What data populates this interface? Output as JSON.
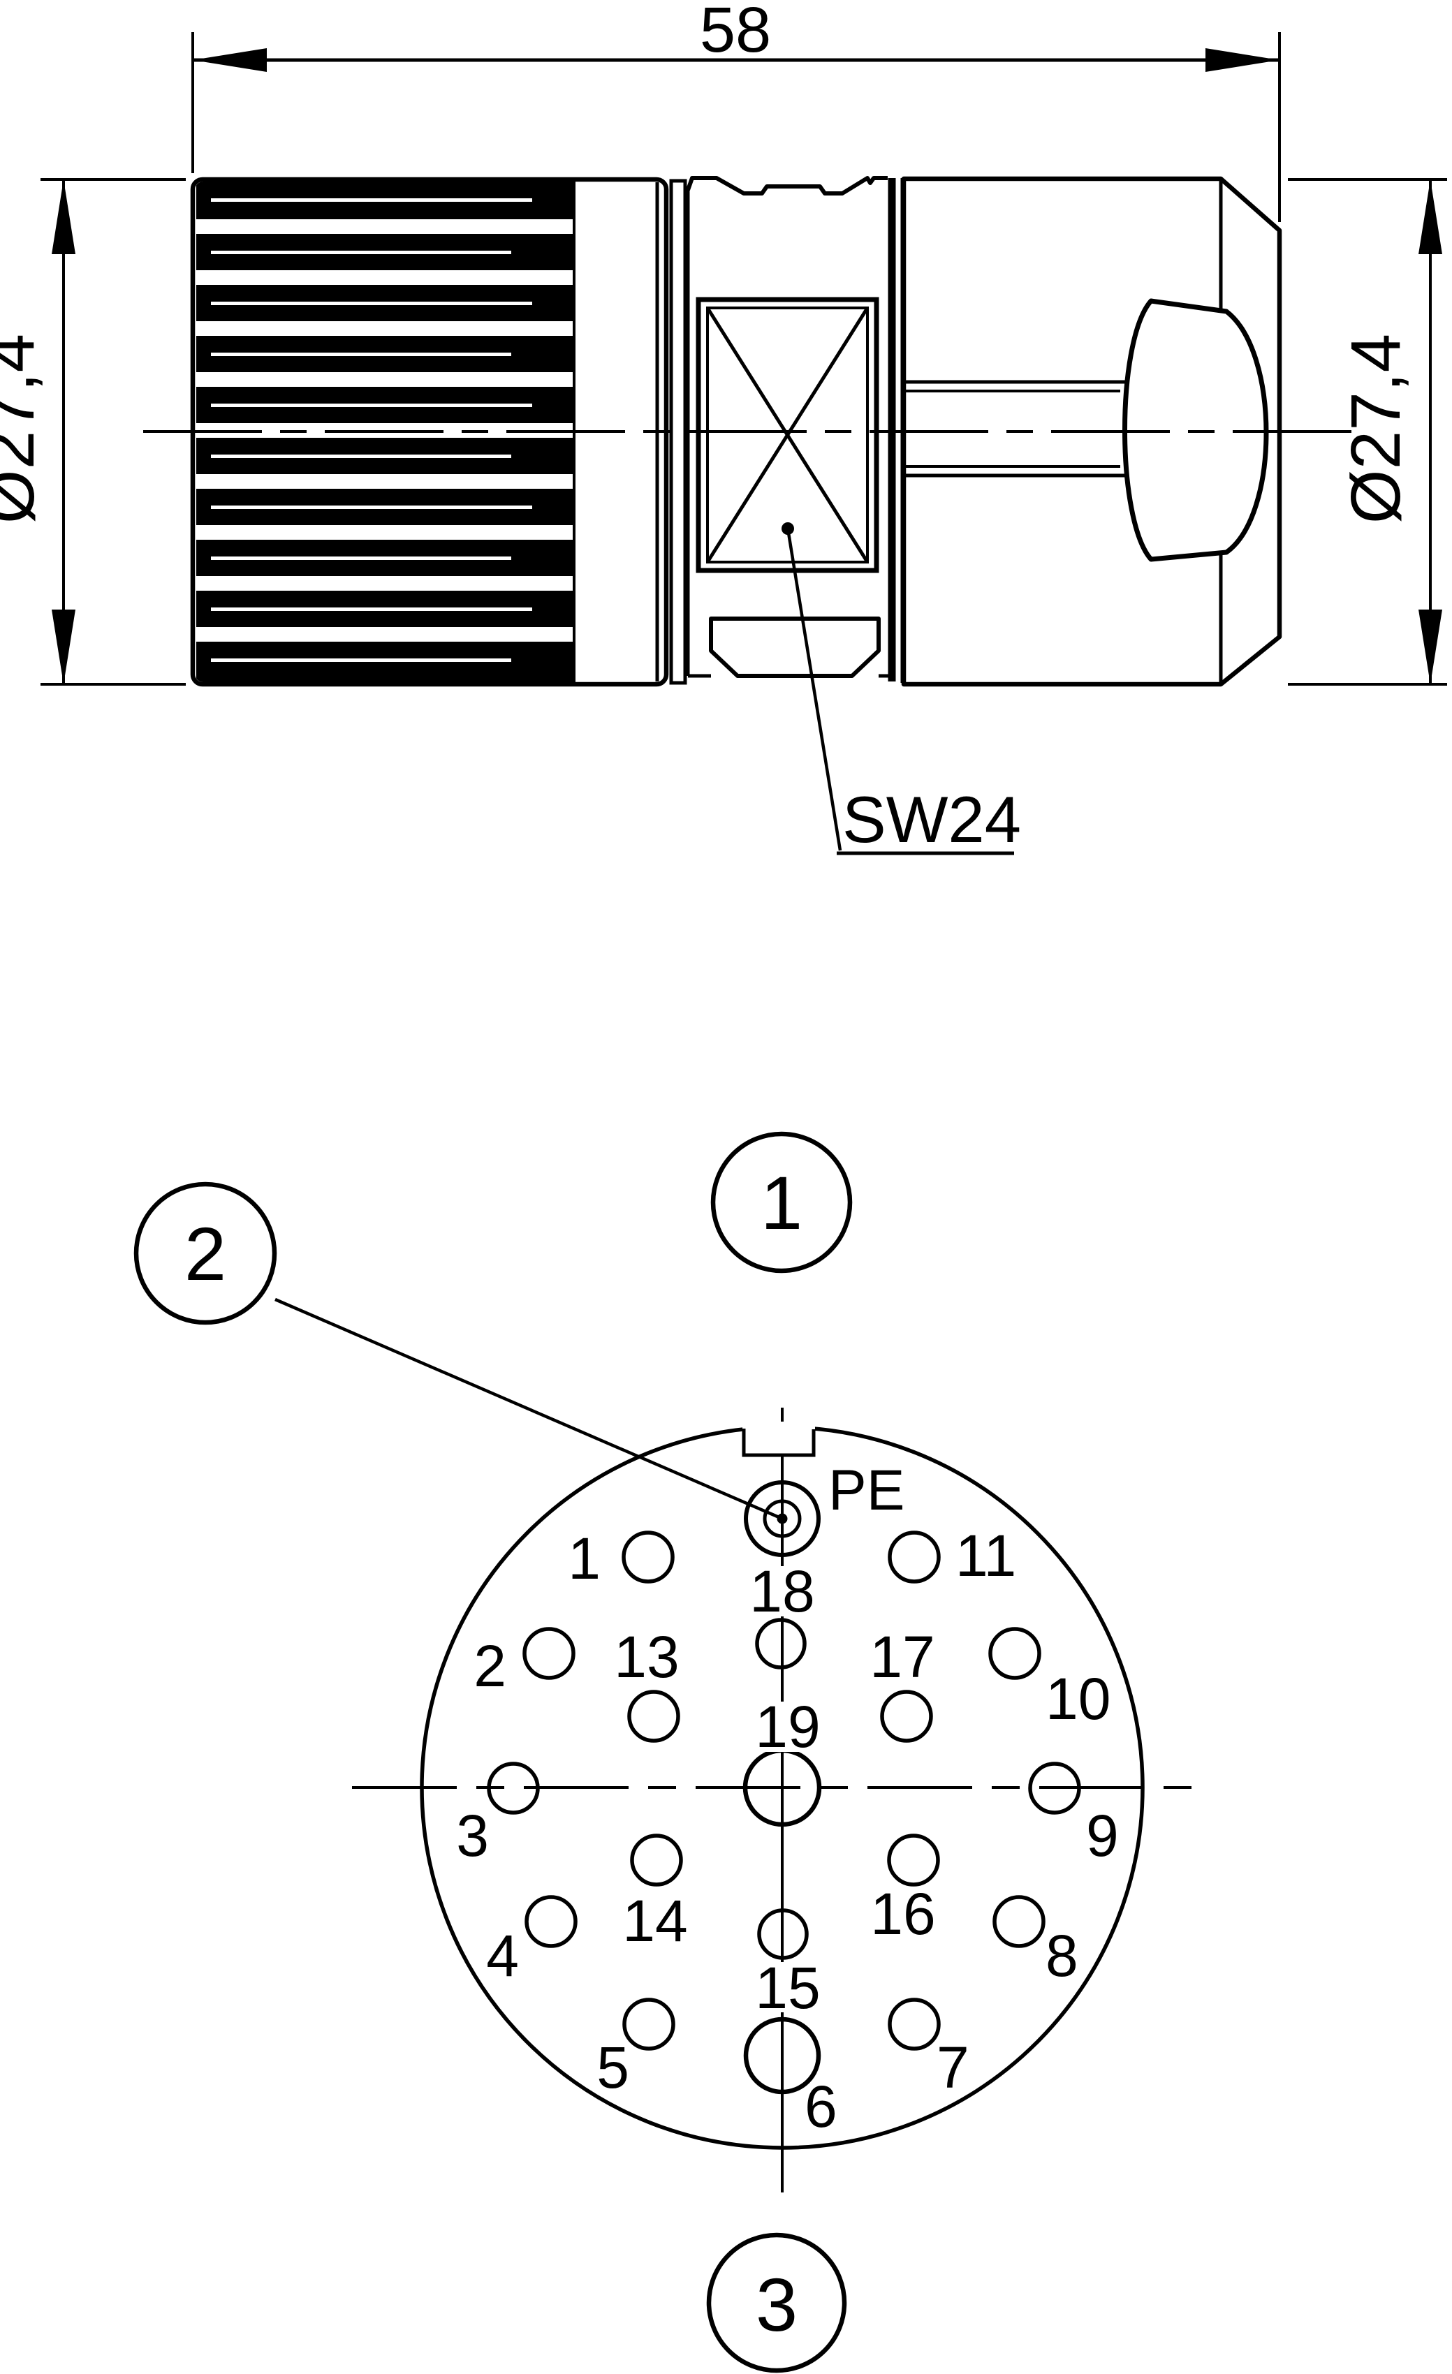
{
  "drawing": {
    "kind": "connector-technical-drawing",
    "line_color": "#000000",
    "background": "#ffffff",
    "side_view": {
      "length_dim": "58",
      "dia_left": "Ø27,4",
      "dia_right": "Ø27,4",
      "wrench_label": "SW24"
    },
    "face_view": {
      "pe_label": "PE",
      "pin_labels": [
        "1",
        "2",
        "3",
        "4",
        "5",
        "6",
        "7",
        "8",
        "9",
        "10",
        "11",
        "13",
        "14",
        "15",
        "16",
        "17",
        "18",
        "19"
      ],
      "callout_labels": [
        "1",
        "2",
        "3"
      ]
    }
  }
}
